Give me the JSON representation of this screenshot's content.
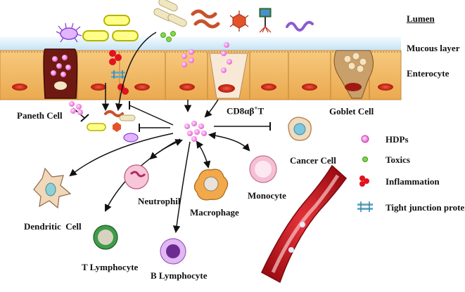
{
  "layers": {
    "lumen": "Lumen",
    "mucous": "Mucous layer",
    "enterocyte": "Enterocyte"
  },
  "cells": {
    "paneth": "Paneth Cell",
    "cd8_main": "CD8αβ",
    "cd8_sup": "+",
    "cd8_tail": "T",
    "goblet": "Goblet Cell",
    "cancer": "Cancer Cell",
    "dendritic": "Dendritic  Cell",
    "neutrophil": "Neutrophil",
    "macrophage": "Macrophage",
    "monocyte": "Monocyte",
    "t_lymphocyte": "T Lymphocyte",
    "b_lymphocyte": "B Lymphocyte"
  },
  "legend": {
    "items": [
      {
        "icon": "hdp-icon",
        "label": "HDPs"
      },
      {
        "icon": "toxin-icon",
        "label": "Toxics"
      },
      {
        "icon": "inflammation-icon",
        "label": "Inflammation"
      },
      {
        "icon": "tight-junction-icon",
        "label": "Tight junction protein"
      }
    ]
  },
  "colors": {
    "hdp": "#e85fd6",
    "toxin": "#7ddc3a",
    "inflammation": "#e0141e",
    "mucus": "#cfe8f6",
    "epithelium": "#f2bd6e",
    "nucleus": "#d02b1e",
    "vessel": "#c8141c"
  }
}
